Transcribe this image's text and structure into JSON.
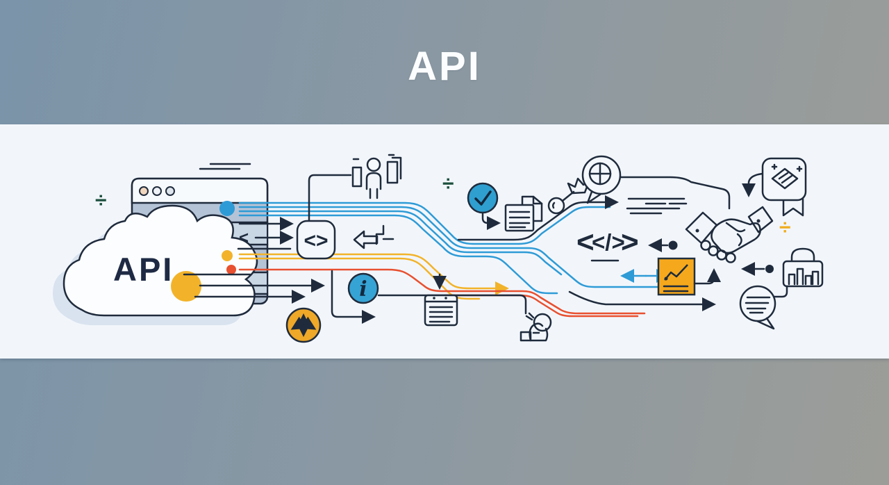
{
  "title": {
    "text": "API"
  },
  "cloud": {
    "label": "API"
  },
  "glyphs": {
    "divide": "÷",
    "chevron_left": "<",
    "code_icon": "<>",
    "code_open": "<",
    "code_self_close": "</>",
    "code_close": ">",
    "info": "i"
  },
  "colors": {
    "background_left": "#7b94a9",
    "background_right": "#9c9d98",
    "band_background": "#f2f6fb",
    "ink": "#1f2b3c",
    "navy_text": "#1e2a44",
    "blue_line": "#2e9bd6",
    "yellow_line": "#f2b32a",
    "red_line": "#e8502f",
    "orange_circle": "#efa827",
    "info_circle_blue": "#36a3d5",
    "check_circle_blue": "#2f9fd0",
    "chart_card_orange": "#f6a81c",
    "divide_green": "#1c4f3d",
    "divide_yellow": "#f0ad1f",
    "browser_body": "#b5c3d6",
    "browser_strip": "#c9d6e4",
    "traffic_dot_peach": "#f1d6be"
  },
  "icons": [
    "cloud-icon",
    "browser-window-icon",
    "team-icon",
    "code-brackets-icon",
    "back-arrow-icon",
    "info-icon",
    "move-arrows-icon",
    "checkmark-circle-icon",
    "documents-icon",
    "notepad-icon",
    "key-icon",
    "search-globe-bubble-icon",
    "text-lines-icon",
    "code-tag-icon",
    "chart-card-icon",
    "handshake-icon",
    "certificate-badge-icon",
    "bag-chart-icon",
    "speech-bubble-icon",
    "doodle-figure-icon"
  ]
}
